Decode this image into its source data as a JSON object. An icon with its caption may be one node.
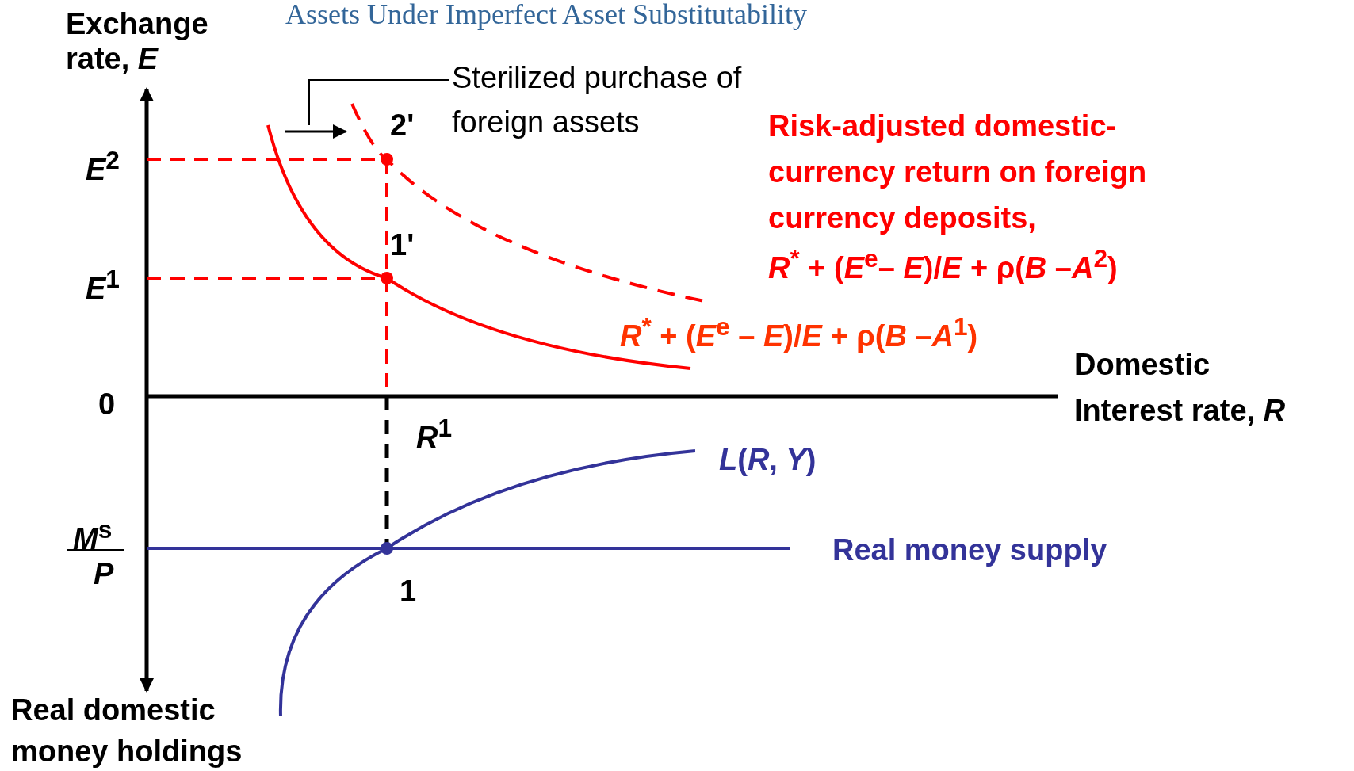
{
  "diagram": {
    "title": "Assets Under Imperfect Asset Substitutability",
    "nodes": [
      {
        "text": [
          "Sterilized purchase of foreign assets"
        ]
      },
      {
        "text": [],
        "shape": "arrow"
      }
    ],
    "edges": [
      {
        "from": 0,
        "to": 1,
        "arrow": "none"
      }
    ],
    "labels": [
      "Exchange rate, *E*",
      "*E*$^{2}$",
      "2'",
      "Risk-adjusted domestic-currency return on foreign currency deposits,",
      "*R*$^{*}$ + (*E*$^{e}$– *E*)/*E* + ρ(*B* –*A*$^{2}$)",
      "1'",
      "*E*$^{1}$",
      "*R*$^{*}$ + (*E*$^{e}$ – *E*)/*E* + ρ(*B* –*A*$^{1}$)",
      "0",
      "Domestic",
      "Interest rate, *R*",
      "*R*$^{1}$",
      "*L*(*R*, *Y*)",
      "*M*$^{s}$",
      "*P*",
      "Real money supply",
      "1",
      "Real domestic money holdings"
    ]
  }
}
